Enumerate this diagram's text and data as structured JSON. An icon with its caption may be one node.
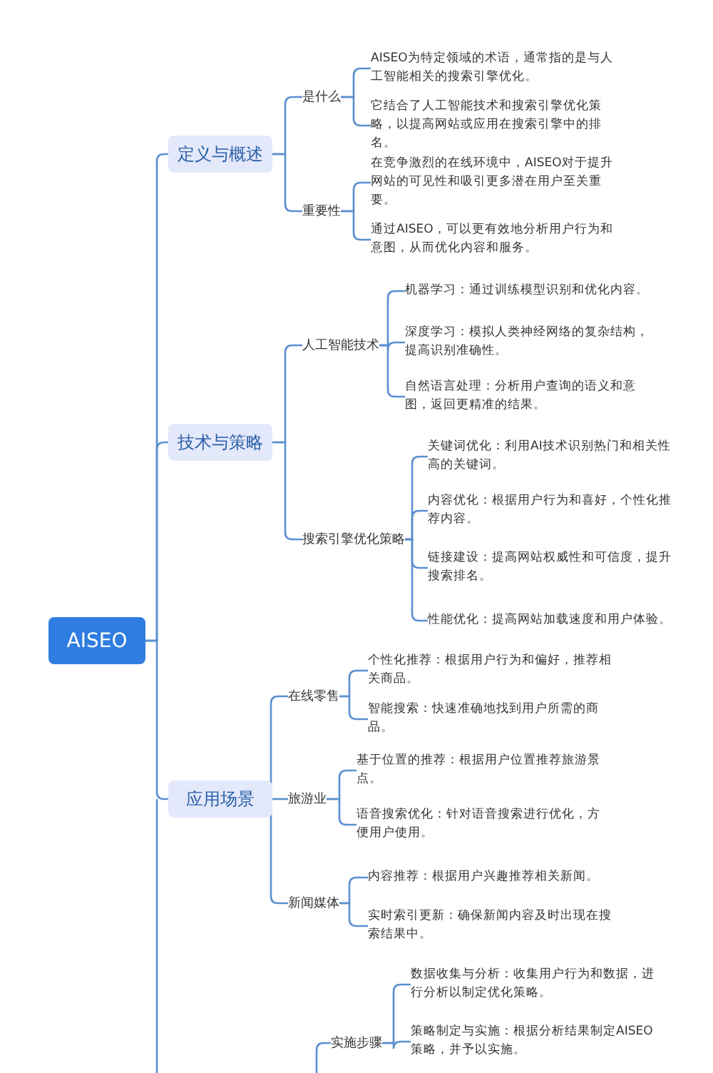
{
  "diagram": {
    "nodes": [
      {
        "text": [
          "AISEO"
        ]
      },
      {
        "text": [
          "定义与概述"
        ]
      },
      {
        "text": [
          "是什么"
        ]
      },
      {
        "text": [
          "AISEO为特定领域的术语，通常指的是与人工智能相关的搜索引擎优化。"
        ]
      },
      {
        "text": [
          "它结合了人工智能技术和搜索引擎优化策略，以提高网站或应用在搜索引擎中的排名。"
        ]
      },
      {
        "text": [
          "重要性"
        ]
      },
      {
        "text": [
          "在竞争激烈的在线环境中，AISEO对于提升网站的可见性和吸引更多潜在用户至关重要。"
        ]
      },
      {
        "text": [
          "通过AISEO，可以更有效地分析用户行为和意图，从而优化内容和服务。"
        ]
      },
      {
        "text": [
          "技术与策略"
        ]
      },
      {
        "text": [
          "人工智能技术"
        ]
      },
      {
        "text": [
          "机器学习：通过训练模型识别和优化内容。"
        ]
      },
      {
        "text": [
          "深度学习：模拟人类神经网络的复杂结构，提高识别准确性。"
        ]
      },
      {
        "text": [
          "自然语言处理：分析用户查询的语义和意图，返回更精准的结果。"
        ]
      },
      {
        "text": [
          "搜索引擎优化策略"
        ]
      },
      {
        "text": [
          "关键词优化：利用AI技术识别热门和相关性高的关键词。"
        ]
      },
      {
        "text": [
          "内容优化：根据用户行为和喜好，个性化推荐内容。"
        ]
      },
      {
        "text": [
          "链接建设：提高网站权威性和可信度，提升搜索排名。"
        ]
      },
      {
        "text": [
          "性能优化：提高网站加载速度和用户体验。"
        ]
      },
      {
        "text": [
          "应用场景"
        ]
      },
      {
        "text": [
          "在线零售"
        ]
      },
      {
        "text": [
          "个性化推荐：根据用户行为和偏好，推荐相关商品。"
        ]
      },
      {
        "text": [
          "智能搜索：快速准确地找到用户所需的商品。"
        ]
      },
      {
        "text": [
          "旅游业"
        ]
      },
      {
        "text": [
          "基于位置的推荐：根据用户位置推荐旅游景点。"
        ]
      },
      {
        "text": [
          "语音搜索优化：针对语音搜索进行优化，方便用户使用。"
        ]
      },
      {
        "text": [
          "新闻媒体"
        ]
      },
      {
        "text": [
          "内容推荐：根据用户兴趣推荐相关新闻。"
        ]
      },
      {
        "text": [
          "实时索引更新：确保新闻内容及时出现在搜索结果中。"
        ]
      },
      {
        "text": [
          "实施步骤"
        ]
      },
      {
        "text": [
          "数据收集与分析：收集用户行为和数据，进行分析以制定优化策略。"
        ]
      },
      {
        "text": [
          "策略制定与实施：根据分析结果制定AISEO策略，并予以实施。"
        ]
      }
    ],
    "edges": [
      {
        "from": 0,
        "to": 1,
        "arrow": "none"
      },
      {
        "from": 1,
        "to": 2,
        "arrow": "none"
      },
      {
        "from": 2,
        "to": 3,
        "arrow": "none"
      },
      {
        "from": 2,
        "to": 4,
        "arrow": "none"
      },
      {
        "from": 1,
        "to": 5,
        "arrow": "none"
      },
      {
        "from": 5,
        "to": 6,
        "arrow": "none"
      },
      {
        "from": 5,
        "to": 7,
        "arrow": "none"
      },
      {
        "from": 0,
        "to": 8,
        "arrow": "none"
      },
      {
        "from": 8,
        "to": 9,
        "arrow": "none"
      },
      {
        "from": 9,
        "to": 10,
        "arrow": "none"
      },
      {
        "from": 9,
        "to": 11,
        "arrow": "none"
      },
      {
        "from": 9,
        "to": 12,
        "arrow": "none"
      },
      {
        "from": 8,
        "to": 13,
        "arrow": "none"
      },
      {
        "from": 13,
        "to": 14,
        "arrow": "none"
      },
      {
        "from": 13,
        "to": 15,
        "arrow": "none"
      },
      {
        "from": 13,
        "to": 16,
        "arrow": "none"
      },
      {
        "from": 13,
        "to": 17,
        "arrow": "none"
      },
      {
        "from": 0,
        "to": 18,
        "arrow": "none"
      },
      {
        "from": 18,
        "to": 19,
        "arrow": "none"
      },
      {
        "from": 19,
        "to": 20,
        "arrow": "none"
      },
      {
        "from": 19,
        "to": 21,
        "arrow": "none"
      },
      {
        "from": 18,
        "to": 22,
        "arrow": "none"
      },
      {
        "from": 22,
        "to": 23,
        "arrow": "none"
      },
      {
        "from": 22,
        "to": 24,
        "arrow": "none"
      },
      {
        "from": 18,
        "to": 25,
        "arrow": "none"
      },
      {
        "from": 25,
        "to": 26,
        "arrow": "none"
      },
      {
        "from": 25,
        "to": 27,
        "arrow": "none"
      },
      {
        "from": null,
        "to": 28,
        "arrow": "none"
      },
      {
        "from": 28,
        "to": 29,
        "arrow": "none"
      },
      {
        "from": 28,
        "to": 30,
        "arrow": "none"
      }
    ]
  }
}
